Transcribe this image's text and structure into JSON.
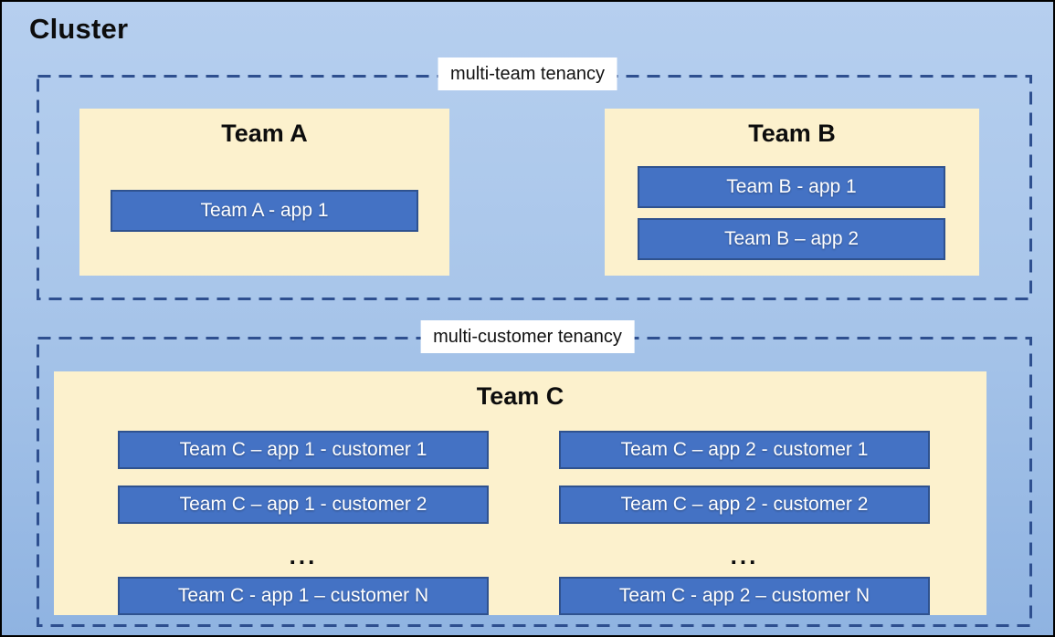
{
  "cluster": {
    "title": "Cluster"
  },
  "sections": {
    "multi_team": {
      "label": "multi-team tenancy",
      "team_a": {
        "name": "Team A",
        "apps": {
          "app1": "Team A - app 1"
        }
      },
      "team_b": {
        "name": "Team B",
        "apps": {
          "app1": "Team B - app 1",
          "app2": "Team B – app 2"
        }
      }
    },
    "multi_customer": {
      "label": "multi-customer tenancy",
      "team_c": {
        "name": "Team C",
        "app1_column": {
          "customer1": "Team C – app 1 - customer 1",
          "customer2": "Team C – app 1 - customer 2",
          "ellipsis": "...",
          "customerN": "Team C - app 1 – customer N"
        },
        "app2_column": {
          "customer1": "Team C – app 2 - customer 1",
          "customer2": "Team C – app 2 - customer 2",
          "ellipsis": "...",
          "customerN": "Team C - app 2 – customer N"
        }
      }
    }
  },
  "colors": {
    "canvas_gradient_top": "#B6CFEF",
    "canvas_gradient_bottom": "#8FB3E1",
    "outer_border": "#000000",
    "dashed_border": "#2E4F8F",
    "team_box_fill": "#FCF1CD",
    "app_box_fill": "#4472C4",
    "app_box_border": "#2F528F",
    "app_text": "#FFFFFF",
    "label_bg": "#FFFFFF",
    "title_text": "#0D0D0D"
  }
}
